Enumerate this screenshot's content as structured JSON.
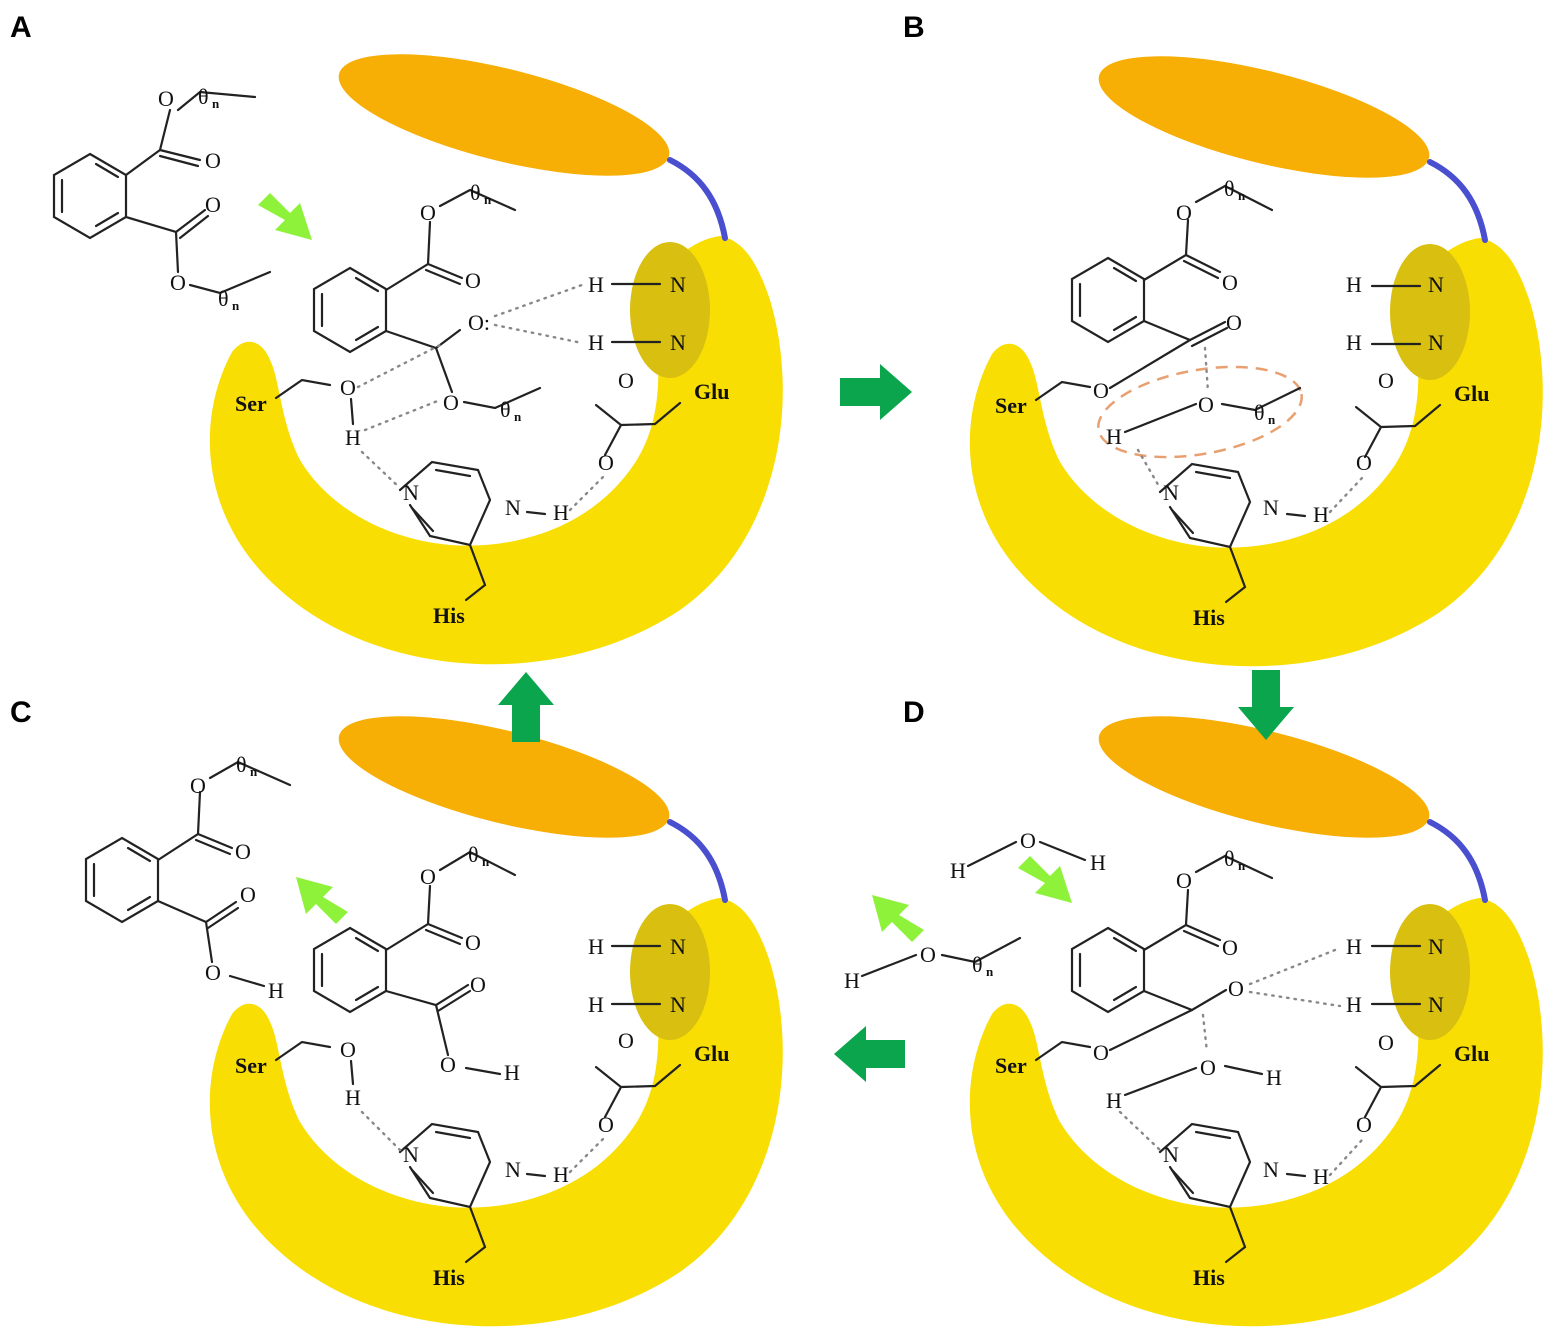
{
  "panels": [
    {
      "id": "A",
      "label": "A"
    },
    {
      "id": "B",
      "label": "B"
    },
    {
      "id": "C",
      "label": "C"
    },
    {
      "id": "D",
      "label": "D"
    }
  ],
  "residues": {
    "ser": "Ser",
    "his": "His",
    "glu": "Glu"
  },
  "atoms": {
    "o": "O",
    "h": "H",
    "n": "N"
  },
  "chain_unit": "θ",
  "chain_sub": "n",
  "colors": {
    "lobe": "#F9DE03",
    "cap": "#F7AE05",
    "oxyanion_hole": "#D8BF10",
    "linker": "#4A4FD0",
    "cycle_arrow": "#0AA54C",
    "entry_arrow": "#8EF23A",
    "highlight_ring": "#E8A070"
  }
}
